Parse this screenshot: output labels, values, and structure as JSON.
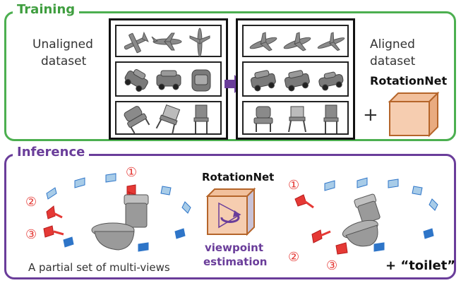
{
  "training": {
    "title": "Training",
    "unaligned_label_1": "Unaligned",
    "unaligned_label_2": "dataset",
    "aligned_label_1": "Aligned",
    "aligned_label_2": "dataset",
    "model_label": "RotationNet",
    "plus": "+"
  },
  "inference": {
    "title": "Inference",
    "model_label": "RotationNet",
    "estimation_1": "viewpoint",
    "estimation_2": "estimation",
    "caption": "A partial set of multi-views",
    "result": "+ “toilet”",
    "left_markers": [
      "①",
      "②",
      "③"
    ],
    "right_markers": [
      "①",
      "②",
      "③"
    ]
  },
  "colors": {
    "training_border": "#4caf50",
    "inference_border": "#6a3d9a",
    "cube_fill": "#f6cdb0",
    "cube_edge": "#b5652a",
    "arrow": "#6a3d9a",
    "marker": "#e53935",
    "view_blue": "#2e75c8",
    "view_light": "#a8cce8"
  }
}
